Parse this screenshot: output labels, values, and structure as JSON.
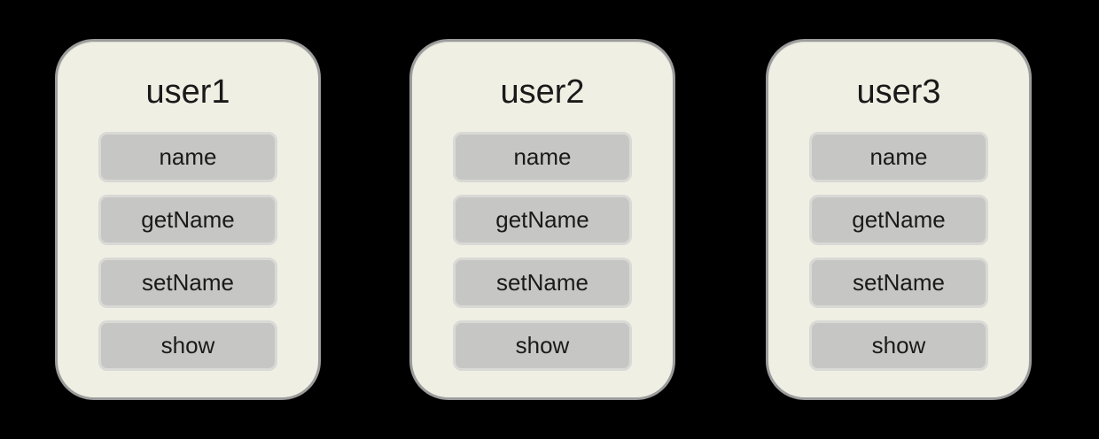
{
  "colors": {
    "page_bg": "#000000",
    "card_bg": "#f0efe4",
    "card_border": "#9c9c9c",
    "member_bg": "#c6c6c4",
    "member_border": "#d9d9d6",
    "text": "#1a1a1a"
  },
  "cards": [
    {
      "title": "user1",
      "members": [
        "name",
        "getName",
        "setName",
        "show"
      ]
    },
    {
      "title": "user2",
      "members": [
        "name",
        "getName",
        "setName",
        "show"
      ]
    },
    {
      "title": "user3",
      "members": [
        "name",
        "getName",
        "setName",
        "show"
      ]
    }
  ]
}
